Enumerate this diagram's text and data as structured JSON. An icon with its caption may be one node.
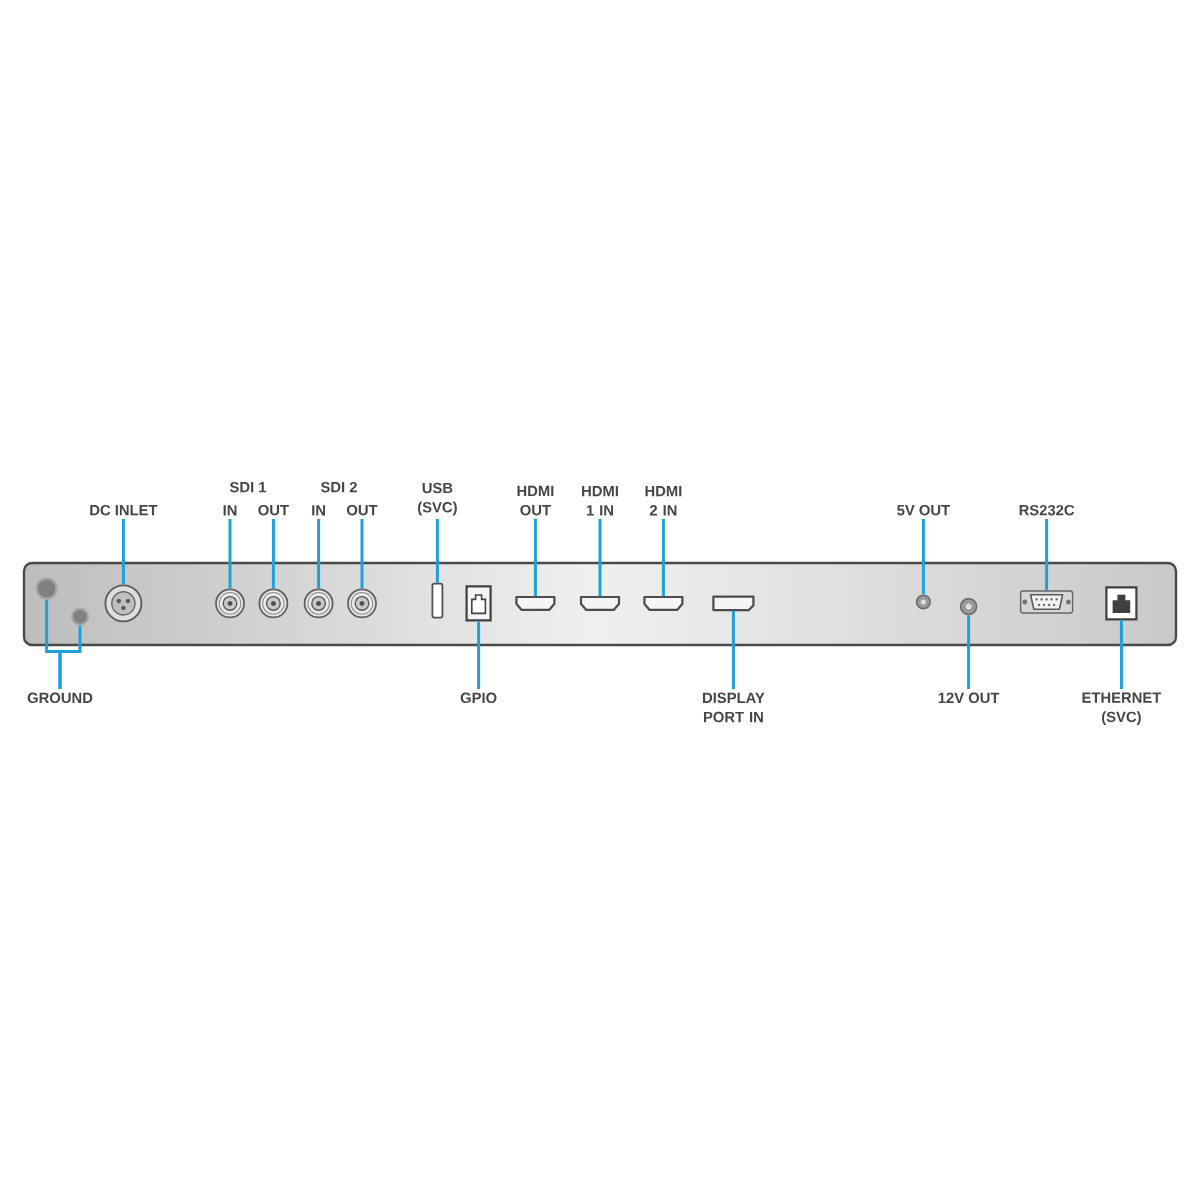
{
  "diagram": {
    "nodes": [
      {
        "text": [
          "DC INLET"
        ]
      },
      {
        "text": [
          "IN"
        ]
      },
      {
        "text": [
          "OUT"
        ]
      },
      {
        "text": [
          "IN"
        ]
      },
      {
        "text": [
          "OUT"
        ]
      },
      {
        "text": [
          "USB (SVC)"
        ]
      },
      {
        "text": [
          "HDMI OUT"
        ]
      },
      {
        "text": [
          "HDMI 1 IN"
        ]
      },
      {
        "text": [
          "HDMI 2 IN"
        ]
      },
      {
        "text": [
          "5V OUT"
        ]
      },
      {
        "text": [
          "RS232C"
        ]
      },
      {
        "text": [],
        "shape": "circle"
      },
      {
        "text": [],
        "shape": "circle"
      },
      {
        "text": [],
        "shape": "circle"
      },
      {
        "text": [],
        "shape": "circle"
      },
      {
        "text": [],
        "shape": "circle"
      },
      {
        "text": [],
        "shape": "circle"
      },
      {
        "text": [],
        "shape": "circle"
      },
      {
        "text": [],
        "shape": "bar"
      },
      {
        "text": [],
        "shape": "box"
      },
      {
        "text": [],
        "shape": "box"
      },
      {
        "text": [],
        "shape": "box"
      },
      {
        "text": [],
        "shape": "box"
      },
      {
        "text": [],
        "shape": "box"
      },
      {
        "text": [],
        "shape": "circle"
      },
      {
        "text": [],
        "shape": "circle"
      },
      {
        "text": [],
        "shape": "picture"
      },
      {
        "text": [],
        "shape": "box"
      },
      {
        "text": [
          "GROUND"
        ]
      },
      {
        "text": [
          "GPIO"
        ]
      },
      {
        "text": [
          "DISPLAY PORT IN"
        ]
      },
      {
        "text": [
          "12V OUT"
        ]
      },
      {
        "text": [
          "ETHERNET (SVC)"
        ]
      }
    ],
    "edges": [
      {
        "from": 0,
        "to": 13,
        "arrow": "none"
      },
      {
        "from": 1,
        "to": 14,
        "arrow": "none"
      },
      {
        "from": 2,
        "to": 15,
        "arrow": "none"
      },
      {
        "from": 3,
        "to": 16,
        "arrow": "none"
      },
      {
        "from": 4,
        "to": 17,
        "arrow": "none"
      },
      {
        "from": 5,
        "to": 18,
        "arrow": "none"
      },
      {
        "from": 6,
        "to": 20,
        "arrow": "none"
      },
      {
        "from": 7,
        "to": 21,
        "arrow": "none"
      },
      {
        "from": 8,
        "to": 22,
        "arrow": "none"
      },
      {
        "from": 9,
        "to": 24,
        "arrow": "none"
      },
      {
        "from": 10,
        "to": 26,
        "arrow": "none"
      },
      {
        "from": 28,
        "to": 11,
        "arrow": "none"
      },
      {
        "from": 28,
        "to": 12,
        "arrow": "none"
      },
      {
        "from": 29,
        "to": 19,
        "arrow": "none"
      },
      {
        "from": 30,
        "to": 23,
        "arrow": "none"
      },
      {
        "from": 31,
        "to": 25,
        "arrow": "none"
      },
      {
        "from": 32,
        "to": 27,
        "arrow": "none"
      }
    ],
    "labels": [
      "SDI 1",
      "SDI 2"
    ]
  }
}
